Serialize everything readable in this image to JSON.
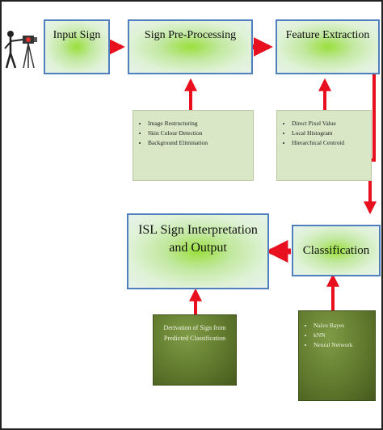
{
  "nodes": {
    "input_sign": "Input Sign",
    "preprocessing": "Sign Pre-Processing",
    "feature_extraction": "Feature Extraction",
    "classification": "Classification",
    "interpretation_line1": "ISL Sign Interpretation",
    "interpretation_line2": "and Output"
  },
  "panels": {
    "preprocessing_items": [
      "Image Restructuring",
      "Skin Colour Detection",
      "Background Elimination"
    ],
    "feature_items": [
      "Direct Pixel Value",
      "Local Histogram",
      "Hierarchical Centroid"
    ],
    "classifier_items": [
      "Naïve Bayes",
      "kNN",
      "Neural Network"
    ],
    "derivation_line1": "Derivation of Sign from",
    "derivation_line2": "Predicted Classification"
  },
  "icons": {
    "person_camera": "person-with-camera-icon"
  },
  "colors": {
    "arrow": "#e8101e",
    "box_border": "#4f7fbd",
    "box_glow": "#9adf3c",
    "light_panel": "#d9e7c6",
    "dark_panel": "#60792d"
  }
}
